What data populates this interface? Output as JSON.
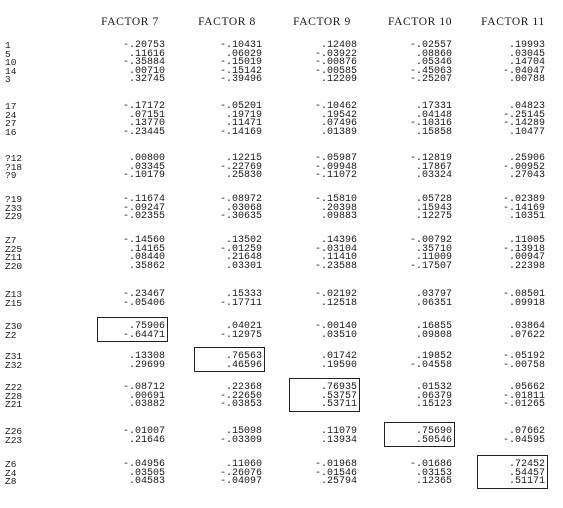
{
  "headers": [
    "FACTOR 7",
    "FACTOR 8",
    "FACTOR 9",
    "FACTOR 10",
    "FACTOR 11"
  ],
  "groups": [
    {
      "rows": [
        {
          "label": "1",
          "values": [
            "-.20753",
            "-.10431",
            ".12408",
            "-.02557",
            ".19993"
          ]
        },
        {
          "label": "5",
          "values": [
            ".11616",
            ".06029",
            "-.03922",
            ".08860",
            ".03045"
          ]
        },
        {
          "label": "10",
          "values": [
            "-.35884",
            "-.15019",
            "-.00876",
            ".05346",
            ".14704"
          ]
        },
        {
          "label": "14",
          "values": [
            ".00710",
            "-.15142",
            "-.00585",
            "-.45063",
            "-.04047"
          ]
        },
        {
          "label": "3",
          "values": [
            ".32745",
            "-.39496",
            ".12209",
            "-.25207",
            ".00788"
          ]
        }
      ]
    },
    {
      "rows": [
        {
          "label": "17",
          "values": [
            "-.17172",
            "-.05201",
            "-.10462",
            ".17331",
            ".04823"
          ]
        },
        {
          "label": "24",
          "values": [
            ".07151",
            ".19719",
            ".19542",
            ".04148",
            "-.25145"
          ]
        },
        {
          "label": "27",
          "values": [
            ".13770",
            ".11471",
            ".07496",
            "-.10316",
            "-.14289"
          ]
        },
        {
          "label": "16",
          "values": [
            "-.23445",
            "-.14169",
            ".01389",
            ".15858",
            ".10477"
          ]
        }
      ]
    },
    {
      "rows": [
        {
          "label": "?12",
          "values": [
            ".00800",
            ".12215",
            "-.05987",
            "-.12819",
            ".25906"
          ]
        },
        {
          "label": "?18",
          "values": [
            ".03345",
            "-.22769",
            "-.09948",
            ".17867",
            "-.00952"
          ]
        },
        {
          "label": "?9",
          "values": [
            "-.10179",
            ".25830",
            "-.11072",
            ".03324",
            ".27043"
          ]
        }
      ]
    },
    {
      "rows": [
        {
          "label": "?19",
          "values": [
            "-.11674",
            "-.08972",
            "-.15810",
            ".05728",
            "-.02389"
          ]
        },
        {
          "label": "Z33",
          "values": [
            "-.09247",
            ".03068",
            ".20398",
            ".15943",
            "-.14169"
          ]
        },
        {
          "label": "Z29",
          "values": [
            "-.02355",
            "-.30635",
            ".09883",
            ".12275",
            ".10351"
          ]
        }
      ]
    },
    {
      "rows": [
        {
          "label": "Z7",
          "values": [
            "-.14560",
            ".13502",
            ".14396",
            "-.00792",
            ".11005"
          ]
        },
        {
          "label": "Z25",
          "values": [
            ".14165",
            "-.01259",
            "-.03104",
            ".35710",
            "-.13918"
          ]
        },
        {
          "label": "Z11",
          "values": [
            ".08440",
            ".21648",
            ".11410",
            ".11009",
            ".00947"
          ]
        },
        {
          "label": "Z20",
          "values": [
            ".35862",
            ".03301",
            "-.23588",
            "-.17507",
            ".22398"
          ]
        }
      ]
    },
    {
      "rows": [
        {
          "label": "Z13",
          "values": [
            "-.23467",
            ".15333",
            "-.02192",
            ".03797",
            "-.08501"
          ]
        },
        {
          "label": "Z15",
          "values": [
            "-.05406",
            "-.17711",
            ".12518",
            ".06351",
            ".09918"
          ]
        }
      ]
    },
    {
      "rows": [
        {
          "label": "Z30",
          "values": [
            ".75906",
            ".04021",
            "-.00140",
            ".16855",
            ".03864"
          ]
        },
        {
          "label": "Z2",
          "values": [
            "-.64471",
            "-.12975",
            ".03510",
            ".09808",
            ".07622"
          ]
        }
      ]
    },
    {
      "rows": [
        {
          "label": "Z31",
          "values": [
            ".13308",
            ".76563",
            ".01742",
            ".19852",
            "-.05192"
          ]
        },
        {
          "label": "Z32",
          "values": [
            ".29699",
            ".46596",
            ".19590",
            "-.04558",
            "-.00758"
          ]
        }
      ]
    },
    {
      "rows": [
        {
          "label": "Z22",
          "values": [
            "-.08712",
            ".22368",
            ".76935",
            ".01532",
            ".05662"
          ]
        },
        {
          "label": "Z28",
          "values": [
            ".00691",
            "-.22650",
            ".53757",
            ".06379",
            "-.01811"
          ]
        },
        {
          "label": "Z21",
          "values": [
            ".03882",
            "-.03853",
            ".53711",
            ".15123",
            "-.01265"
          ]
        }
      ]
    },
    {
      "rows": [
        {
          "label": "Z26",
          "values": [
            "-.01007",
            ".15098",
            ".11079",
            ".75690",
            ".07662"
          ]
        },
        {
          "label": "Z23",
          "values": [
            ".21646",
            "-.03309",
            ".13934",
            ".50546",
            "-.04595"
          ]
        }
      ]
    },
    {
      "rows": [
        {
          "label": "Z6",
          "values": [
            "-.04956",
            ".11060",
            "-.01968",
            "-.01686",
            ".72452"
          ]
        },
        {
          "label": "Z4",
          "values": [
            ".03505",
            "-.26076",
            "-.01546",
            ".03153",
            ".54457"
          ]
        },
        {
          "label": "Z8",
          "values": [
            ".04583",
            "-.04097",
            ".25794",
            ".12365",
            ".51171"
          ]
        }
      ]
    }
  ],
  "highlights": [
    {
      "group": 6,
      "column": 0
    },
    {
      "group": 7,
      "column": 1
    },
    {
      "group": 8,
      "column": 2
    },
    {
      "group": 9,
      "column": 3
    },
    {
      "group": 10,
      "column": 4
    }
  ]
}
